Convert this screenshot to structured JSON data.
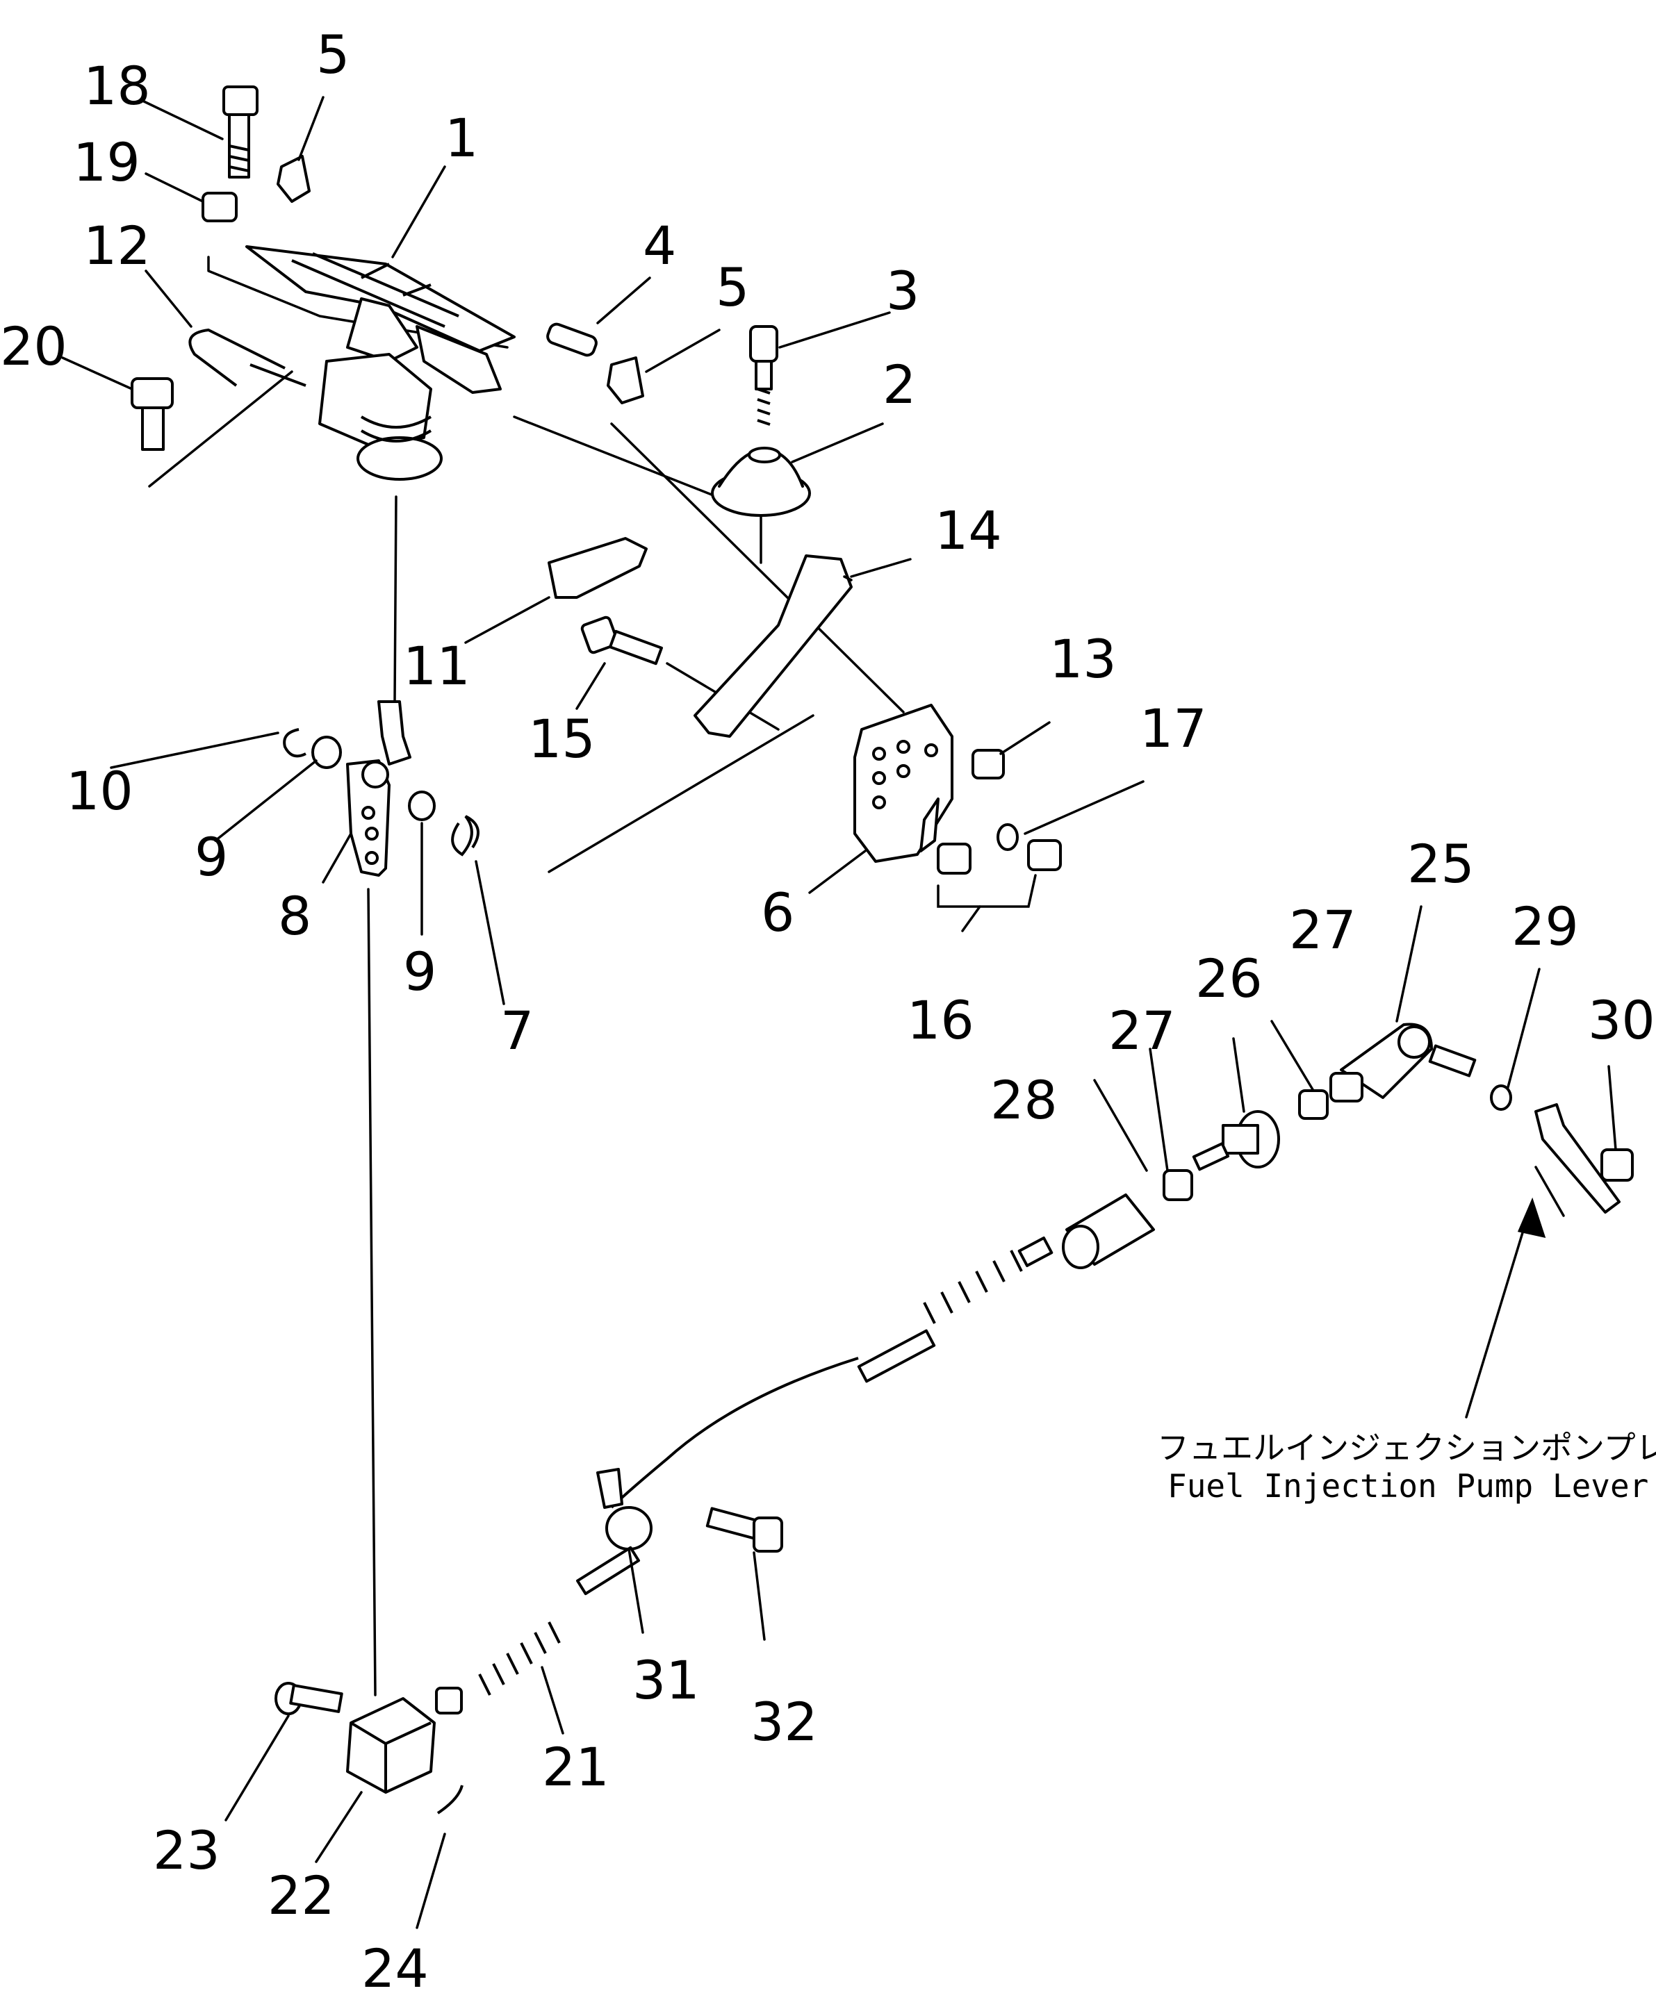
{
  "callouts": {
    "n1": "1",
    "n2": "2",
    "n3": "3",
    "n4": "4",
    "n5a": "5",
    "n5b": "5",
    "n6": "6",
    "n7": "7",
    "n8": "8",
    "n9a": "9",
    "n9b": "9",
    "n10": "10",
    "n11": "11",
    "n12": "12",
    "n13": "13",
    "n14": "14",
    "n15": "15",
    "n16": "16",
    "n17": "17",
    "n18": "18",
    "n19": "19",
    "n20": "20",
    "n21": "21",
    "n22": "22",
    "n23": "23",
    "n24": "24",
    "n25": "25",
    "n26": "26",
    "n27a": "27",
    "n27b": "27",
    "n28": "28",
    "n29": "29",
    "n30": "30",
    "n31": "31",
    "n32": "32"
  },
  "annotation": {
    "japanese": "フュエルインジェクションポンプレバー",
    "english": "Fuel Injection Pump Lever"
  }
}
